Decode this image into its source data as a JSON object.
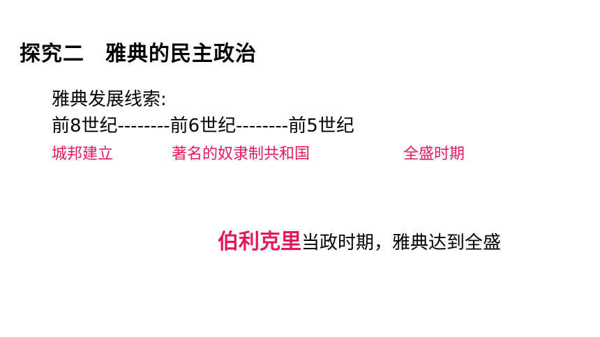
{
  "slide": {
    "title_part1": "探究二",
    "title_part2": "雅典的民主政治",
    "clue_label": "雅典发展线索:",
    "timeline_text": "前8世纪--------前6世纪--------前5世纪",
    "stages": [
      "城邦建立",
      "著名的奴隶制共和国",
      "全盛时期"
    ],
    "highlight_name": "伯利克里",
    "highlight_sentence": "当政时期，雅典达到全盛"
  },
  "colors": {
    "text": "#000000",
    "accent": "#e4185f",
    "background": "#ffffff"
  }
}
